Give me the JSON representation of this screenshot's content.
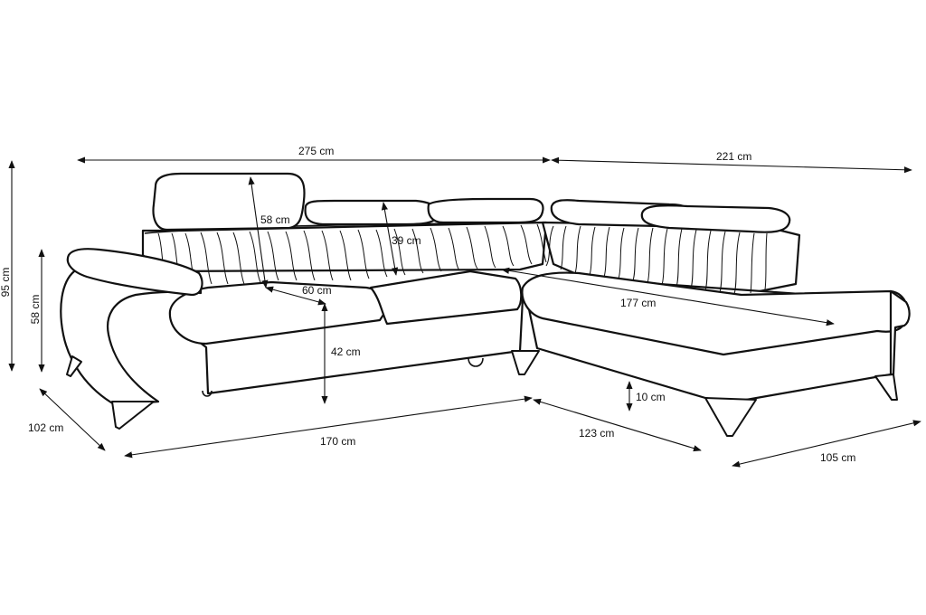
{
  "diagram": {
    "dimensions": {
      "top_left_width": "275 cm",
      "top_right_width": "221 cm",
      "total_height": "95 cm",
      "armrest_height": "58 cm",
      "headrest_height": "58 cm",
      "backrest_height": "39 cm",
      "seat_depth": "60 cm",
      "seat_height": "42 cm",
      "chaise_length": "177 cm",
      "leg_height": "10 cm",
      "side_depth": "102 cm",
      "front_width": "170 cm",
      "corner_depth": "123 cm",
      "chaise_width": "105 cm"
    }
  }
}
